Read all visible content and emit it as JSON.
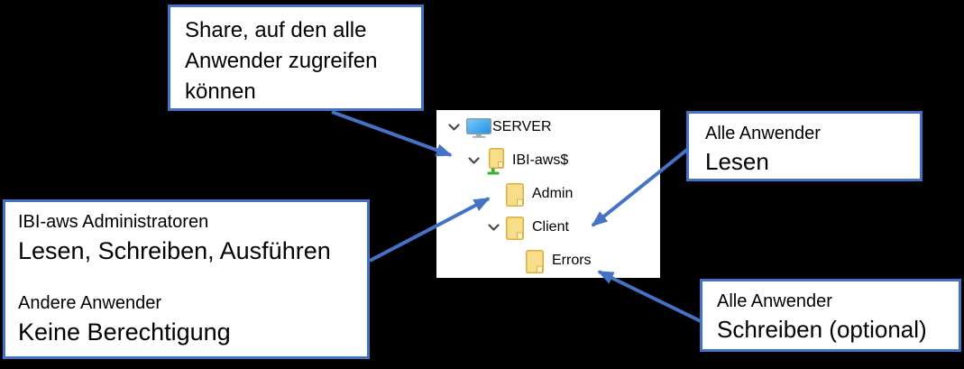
{
  "colors": {
    "accent": "#4472C4",
    "background": "#000000",
    "panel": "#FFFFFF",
    "folder_fill": "#F9DE89",
    "folder_stroke": "#DFAE3F",
    "folder_notch": "#FDF1C6",
    "share_green": "#35B42A",
    "screen_blue_light": "#7ECBFA",
    "screen_blue_dark": "#1E90E8",
    "stand_gray": "#9FB0BD",
    "chevron_gray": "#474747"
  },
  "callouts": {
    "share": {
      "text": "Share, auf den alle Anwender zugreifen können"
    },
    "read": {
      "subject": "Alle Anwender",
      "permission": "Lesen"
    },
    "admin": {
      "groups": [
        {
          "subject": "IBI-aws Administratoren",
          "permission": "Lesen, Schreiben, Ausführen"
        },
        {
          "subject": "Andere Anwender",
          "permission": "Keine Berechtigung"
        }
      ]
    },
    "write": {
      "subject": "Alle Anwender",
      "permission": "Schreiben (optional)"
    }
  },
  "tree": {
    "items": [
      {
        "label": "SERVER",
        "icon": "computer",
        "level": 0,
        "expander": "expanded"
      },
      {
        "label": "IBI-aws$",
        "icon": "shared-folder",
        "level": 1,
        "expander": "expanded"
      },
      {
        "label": "Admin",
        "icon": "folder",
        "level": 2,
        "expander": "none"
      },
      {
        "label": "Client",
        "icon": "folder",
        "level": 2,
        "expander": "expanded"
      },
      {
        "label": "Errors",
        "icon": "folder",
        "level": 3,
        "expander": "none"
      }
    ]
  }
}
